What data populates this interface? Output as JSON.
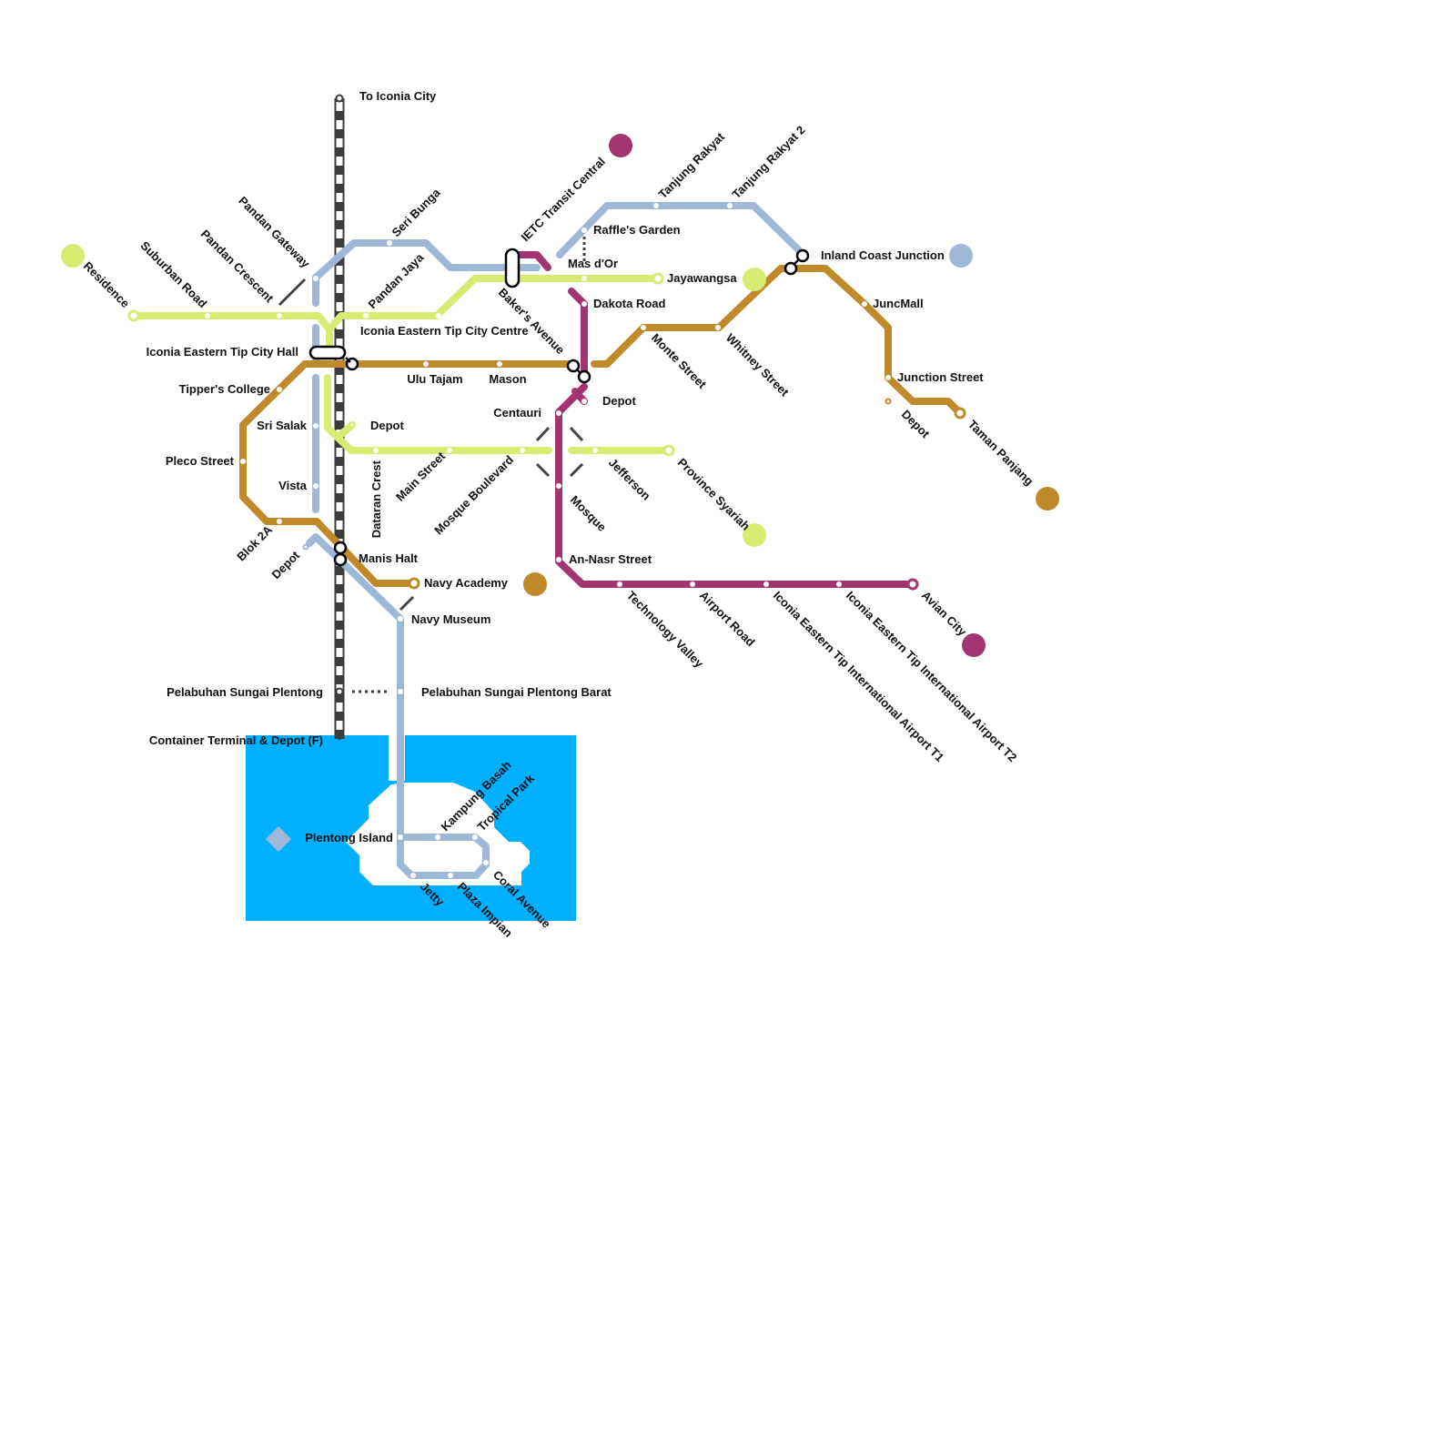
{
  "colors": {
    "brown": "#C0892A",
    "yellow": "#D8EC74",
    "blue": "#9FB8D8",
    "purple": "#A2356F",
    "water": "#00B0FF",
    "rail": "#3C3C3C"
  },
  "lines": {
    "brown": {
      "name": "",
      "color": "#C0892A"
    },
    "yellow": {
      "name": "",
      "color": "#D8EC74"
    },
    "blue": {
      "name": "",
      "color": "#9FB8D8"
    },
    "purple": {
      "name": "",
      "color": "#A2356F"
    },
    "rail": {
      "name": "",
      "color": "#3C3C3C"
    }
  },
  "stations": {
    "to_iconia_city": "To Iconia City",
    "seri_bunga": "Seri Bunga",
    "pandan_gateway": "Pandan Gateway",
    "pandan_crescent": "Pandan Crescent",
    "suburban_road": "Suburban Road",
    "residence": "Residence",
    "pandan_jaya": "Pandan Jaya",
    "ietc_city_centre": "Iconia Eastern Tip City Centre",
    "ietc_city_hall": "Iconia Eastern Tip City Hall",
    "ulu_tajam": "Ulu Tajam",
    "mason": "Mason",
    "tippers_college": "Tipper's College",
    "sri_salak": "Sri Salak",
    "depot_west": "Depot",
    "pleco_street": "Pleco Street",
    "vista": "Vista",
    "dataran_crest": "Dataran Crest",
    "main_street": "Main Street",
    "mosque_boulevard": "Mosque Boulevard",
    "centauri": "Centauri",
    "mosque": "Mosque",
    "jefferson": "Jefferson",
    "province_syariah": "Province Syariah",
    "blok_2a": "Blok 2A",
    "depot_blue": "Depot",
    "manis_halt": "Manis Halt",
    "navy_academy": "Navy Academy",
    "navy_museum": "Navy Museum",
    "pelabuhan_sungai_plentong": "Pelabuhan Sungai Plentong",
    "pelabuhan_barat": "Pelabuhan Sungai Plentong Barat",
    "container_terminal": "Container Terminal & Depot (F)",
    "plentong_island": "Plentong Island",
    "kampung_basah": "Kampung Basah",
    "tropical_park": "Tropical Park",
    "jetty": "Jetty",
    "plaza_impian": "Plaza Impian",
    "coral_avenue": "Coral Avenue",
    "ietc_transit_central": "IETC Transit Central",
    "bakers_avenue": "Baker's Avenue",
    "raffles_garden": "Raffle's Garden",
    "mas_dor": "Mas d'Or",
    "jayawangsa": "Jayawangsa",
    "dakota_road": "Dakota Road",
    "depot_purple": "Depot",
    "tanjung_rakyat": "Tanjung Rakyat",
    "tanjung_rakyat_2": "Tanjung Rakyat 2",
    "inland_coast_junction": "Inland Coast Junction",
    "juncmall": "JuncMall",
    "monte_street": "Monte Street",
    "whitney_street": "Whitney Street",
    "junction_street": "Junction Street",
    "depot_east": "Depot",
    "taman_panjang": "Taman Panjang",
    "an_nasr_street": "An-Nasr Street",
    "technology_valley": "Technology Valley",
    "airport_road": "Airport Road",
    "ietc_airport_t1": "Iconia Eastern Tip International Airport T1",
    "ietc_airport_t2": "Iconia Eastern Tip International Airport T2",
    "avian_city": "Avian City"
  }
}
